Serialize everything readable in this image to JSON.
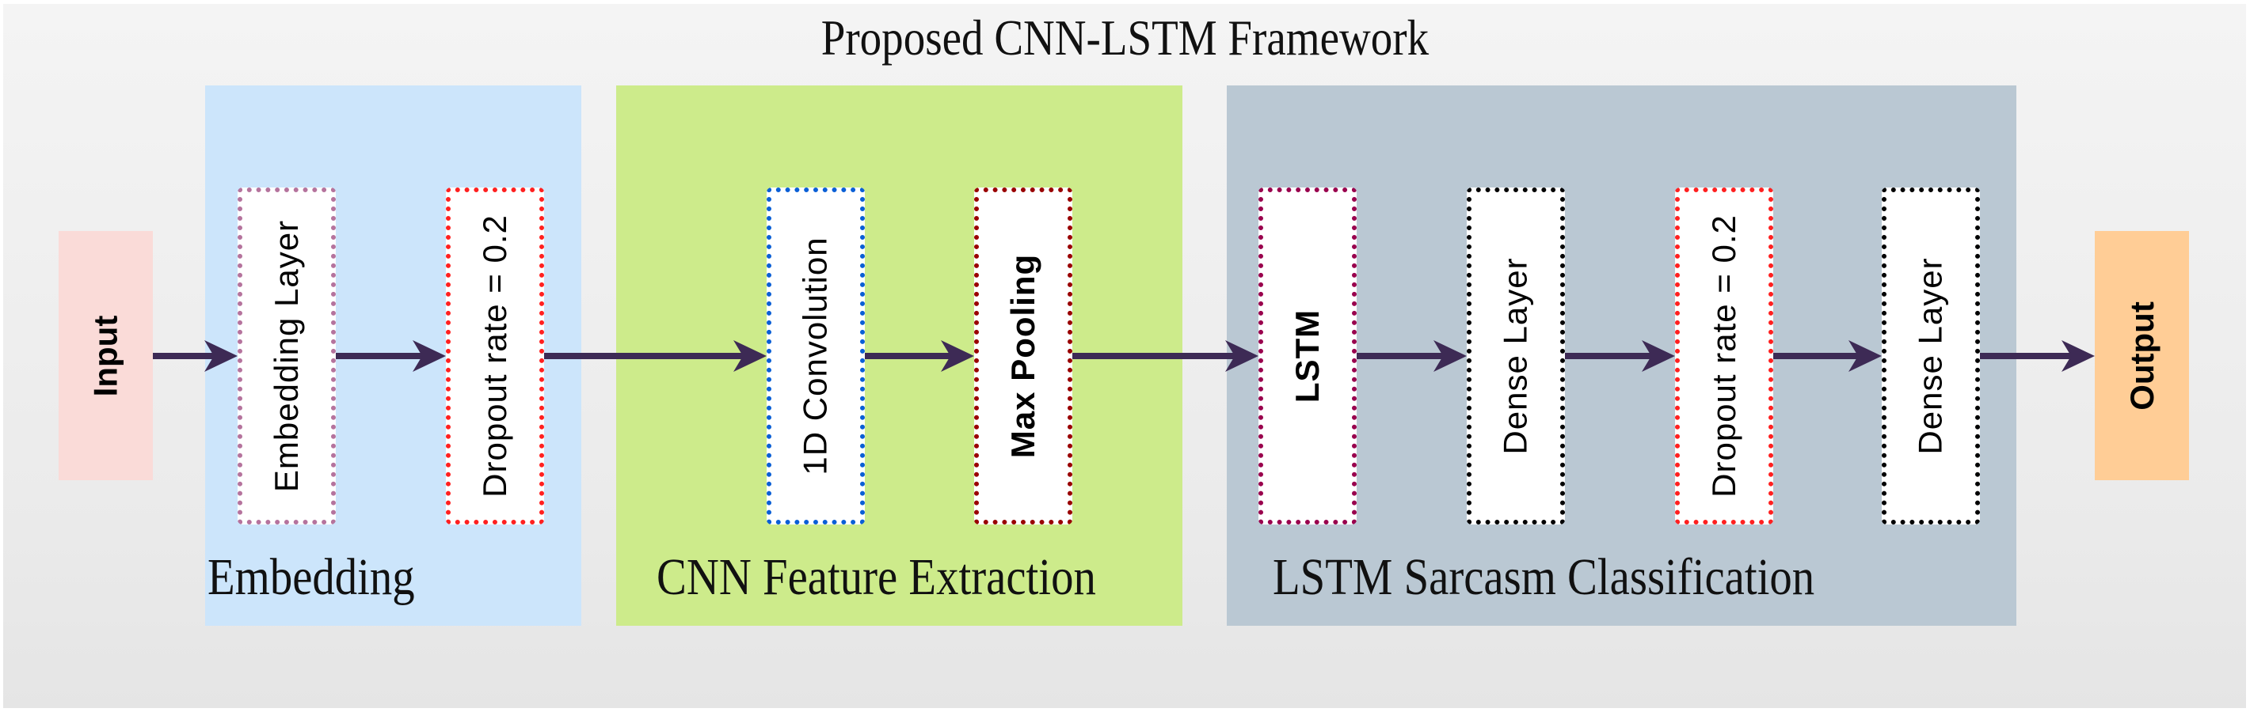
{
  "title": "Proposed CNN-LSTM Framework",
  "colors": {
    "arrow": "#3d2a55",
    "input_fill": "#fadbd8",
    "output_fill": "#ffcd96",
    "embedding_section": "#cce5fb",
    "cnn_section": "#cdeb8b",
    "lstm_section": "#bac8d3"
  },
  "input": {
    "label": "Input"
  },
  "output": {
    "label": "Output"
  },
  "sections": [
    {
      "id": "embedding",
      "label": "Embedding"
    },
    {
      "id": "cnn",
      "label": "CNN Feature Extraction"
    },
    {
      "id": "lstm",
      "label": "LSTM Sarcasm Classification"
    }
  ],
  "layers": [
    {
      "label": "Embedding Layer",
      "section": "embedding",
      "border_color": "#b5739d"
    },
    {
      "label": "Dropout rate = 0.2",
      "section": "embedding",
      "border_color": "#ff2020"
    },
    {
      "label": "1D Convolution",
      "section": "cnn",
      "border_color": "#0a5fd6"
    },
    {
      "label": "Max Pooling",
      "section": "cnn",
      "border_color": "#990000"
    },
    {
      "label": "LSTM",
      "section": "lstm",
      "border_color": "#99004d"
    },
    {
      "label": "Dense Layer",
      "section": "lstm",
      "border_color": "#000000"
    },
    {
      "label": "Dropout rate = 0.2",
      "section": "lstm",
      "border_color": "#ff2020"
    },
    {
      "label": "Dense Layer",
      "section": "lstm",
      "border_color": "#000000"
    }
  ],
  "flow": [
    "Input",
    "Embedding Layer",
    "Dropout rate = 0.2",
    "1D Convolution",
    "Max Pooling",
    "LSTM",
    "Dense Layer",
    "Dropout rate = 0.2",
    "Dense Layer",
    "Output"
  ]
}
